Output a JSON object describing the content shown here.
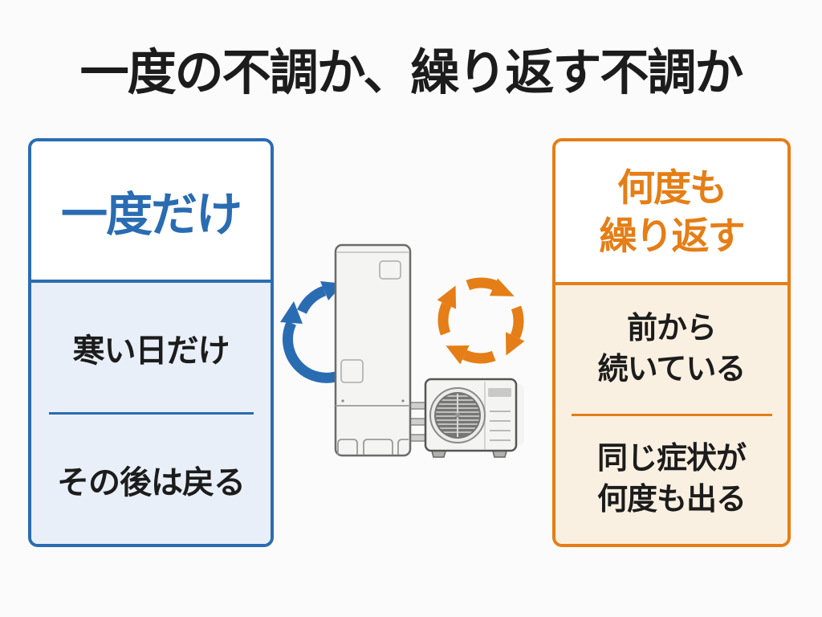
{
  "title": "一度の不調か、繰り返す不調か",
  "left_box": {
    "header": "一度だけ",
    "item1": "寒い日だけ",
    "item2": "その後は戻る"
  },
  "right_box": {
    "header_lines": [
      "何度も",
      "繰り返す"
    ],
    "item1_lines": [
      "前から",
      "続いている"
    ],
    "item2_lines": [
      "同じ症状が",
      "何度も出る"
    ]
  },
  "illustration": {
    "icons": [
      "heat-pump-tank",
      "outdoor-unit",
      "single-cycle-arrow-icon",
      "repeat-cycle-arrows-icon"
    ]
  },
  "colors": {
    "blue_accent": "#2a6cb2",
    "blue_body_bg": "#e9eff8",
    "orange_accent": "#e57e16",
    "orange_body_bg": "#faf0e1",
    "text": "#1c1c1c",
    "page_bg": "#fbfbfb"
  }
}
